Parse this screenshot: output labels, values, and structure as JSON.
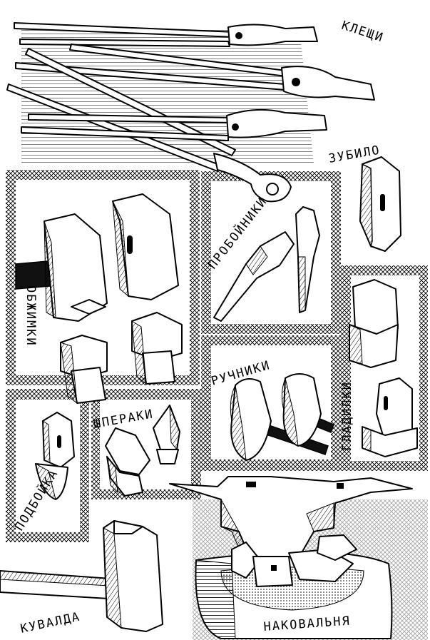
{
  "labels": {
    "tongs": "КЛЕЩИ",
    "chisel": "ЗУБИЛО",
    "punches": "ПРОБОЙНИКИ",
    "swages": "ОБЖИМКИ",
    "hand_hammers": "РУЧНИКИ",
    "flatters": "ГЛАДИЛКИ",
    "fullers": "ШПЕРАКИ",
    "set_hammer": "ПОДБОЙКА",
    "sledgehammer": "КУВАЛДА",
    "anvil": "НАКОВАЛЬНЯ"
  },
  "colors": {
    "ink": "#000000",
    "paper": "#ffffff",
    "hatch": "#000000"
  }
}
